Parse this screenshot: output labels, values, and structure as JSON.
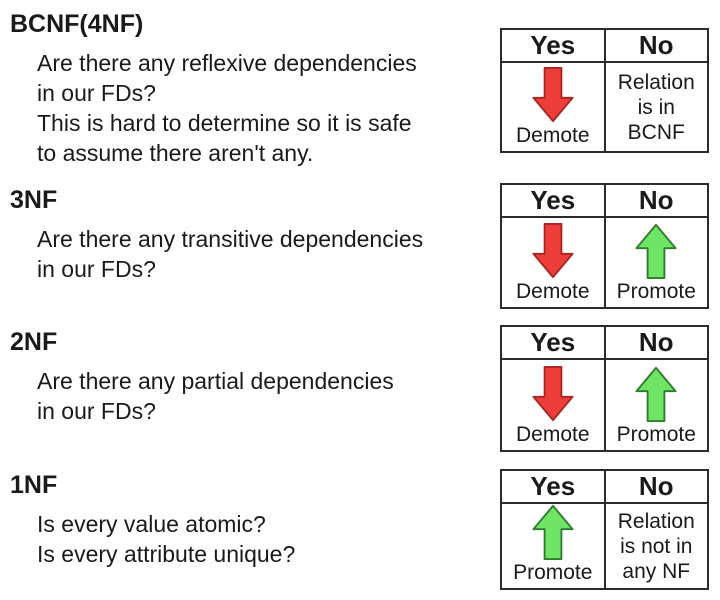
{
  "colors": {
    "text": "#1a1a1a",
    "table_border": "#2b2b2b",
    "red_fill": "#ee3e3a",
    "red_stroke": "#a62722",
    "green_fill": "#70e467",
    "green_stroke": "#2c7c2c",
    "page_bg": "#ffffff"
  },
  "sections": [
    {
      "id": "bcnf",
      "heading": "BCNF(4NF)",
      "lines": [
        "Are there any reflexive dependencies",
        "in our FDs?",
        "This is hard to determine so it is safe",
        "to assume there aren't any."
      ],
      "table": {
        "yes_header": "Yes",
        "no_header": "No",
        "yes_cell": {
          "kind": "arrow-down",
          "label": "Demote"
        },
        "no_cell": {
          "kind": "text",
          "lines": [
            "Relation",
            "is in",
            "BCNF"
          ]
        }
      }
    },
    {
      "id": "3nf",
      "heading": "3NF",
      "lines": [
        "Are there any transitive dependencies",
        "in our FDs?"
      ],
      "table": {
        "yes_header": "Yes",
        "no_header": "No",
        "yes_cell": {
          "kind": "arrow-down",
          "label": "Demote"
        },
        "no_cell": {
          "kind": "arrow-up",
          "label": "Promote"
        }
      }
    },
    {
      "id": "2nf",
      "heading": "2NF",
      "lines": [
        "Are there any partial dependencies",
        "in our FDs?"
      ],
      "table": {
        "yes_header": "Yes",
        "no_header": "No",
        "yes_cell": {
          "kind": "arrow-down",
          "label": "Demote"
        },
        "no_cell": {
          "kind": "arrow-up",
          "label": "Promote"
        }
      }
    },
    {
      "id": "1nf",
      "heading": "1NF",
      "lines": [
        "Is every value atomic?",
        "Is every attribute unique?"
      ],
      "table": {
        "yes_header": "Yes",
        "no_header": "No",
        "yes_cell": {
          "kind": "arrow-up",
          "label": "Promote"
        },
        "no_cell": {
          "kind": "text",
          "lines": [
            "Relation",
            "is not in",
            "any NF"
          ]
        }
      }
    }
  ]
}
